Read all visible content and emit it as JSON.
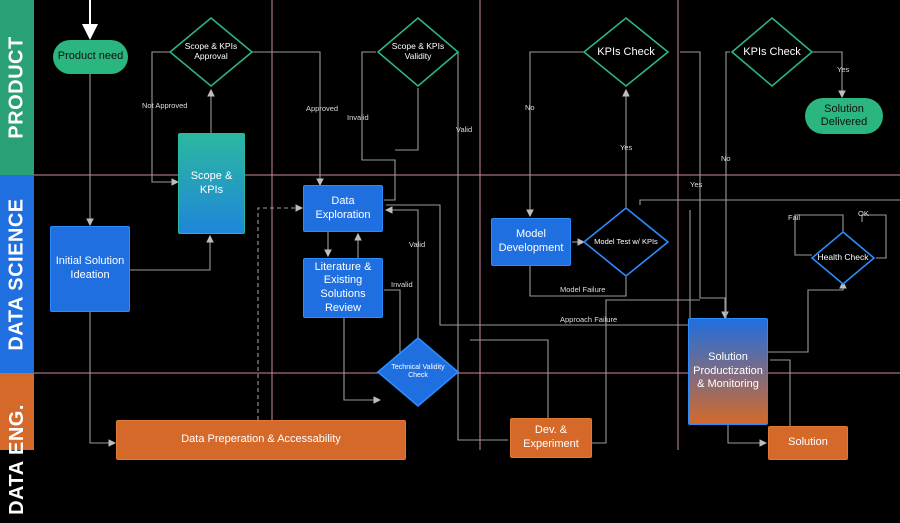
{
  "lanes": {
    "product": "PRODUCT",
    "data_science": "DATA SCIENCE",
    "data_eng": "DATA ENG.",
    "colors": {
      "product": "#2aa076",
      "data_science": "#1f6fe0",
      "data_eng": "#d4692a"
    }
  },
  "nodes": {
    "product_need": "Product need",
    "scope_kpis_approval": "Scope & KPIs Approval",
    "scope_kpis": "Scope & KPIs",
    "initial_solution_ideation": "Initial Solution Ideation",
    "scope_kpis_validity": "Scope & KPIs Validity",
    "data_exploration": "Data Exploration",
    "literature_review": "Literature & Existing Solutions Review",
    "technical_validity_check": "Technical Validity Check",
    "kpis_check_1": "KPIs Check",
    "model_development": "Model Development",
    "model_test_kpis": "Model Test w/ KPIs",
    "kpis_check_2": "KPIs Check",
    "solution_delivered": "Solution Delivered",
    "health_check": "Health Check",
    "solution_productization": "Solution Productization & Monitoring",
    "data_preparation": "Data Preperation & Accessability",
    "dev_experiment": "Dev. & Experiment",
    "solution": "Solution"
  },
  "edge_labels": {
    "not_approved": "Not Approved",
    "approved": "Approved",
    "invalid_1": "Invalid",
    "valid_1": "Valid",
    "valid_2": "Valid",
    "invalid_2": "Invalid",
    "no_1": "No",
    "yes_1": "Yes",
    "model_failure": "Model Failure",
    "approach_failure": "Approach Failure",
    "no_2": "No",
    "yes_2": "Yes",
    "yes_3": "Yes",
    "fail": "Fail",
    "ok": "OK"
  }
}
